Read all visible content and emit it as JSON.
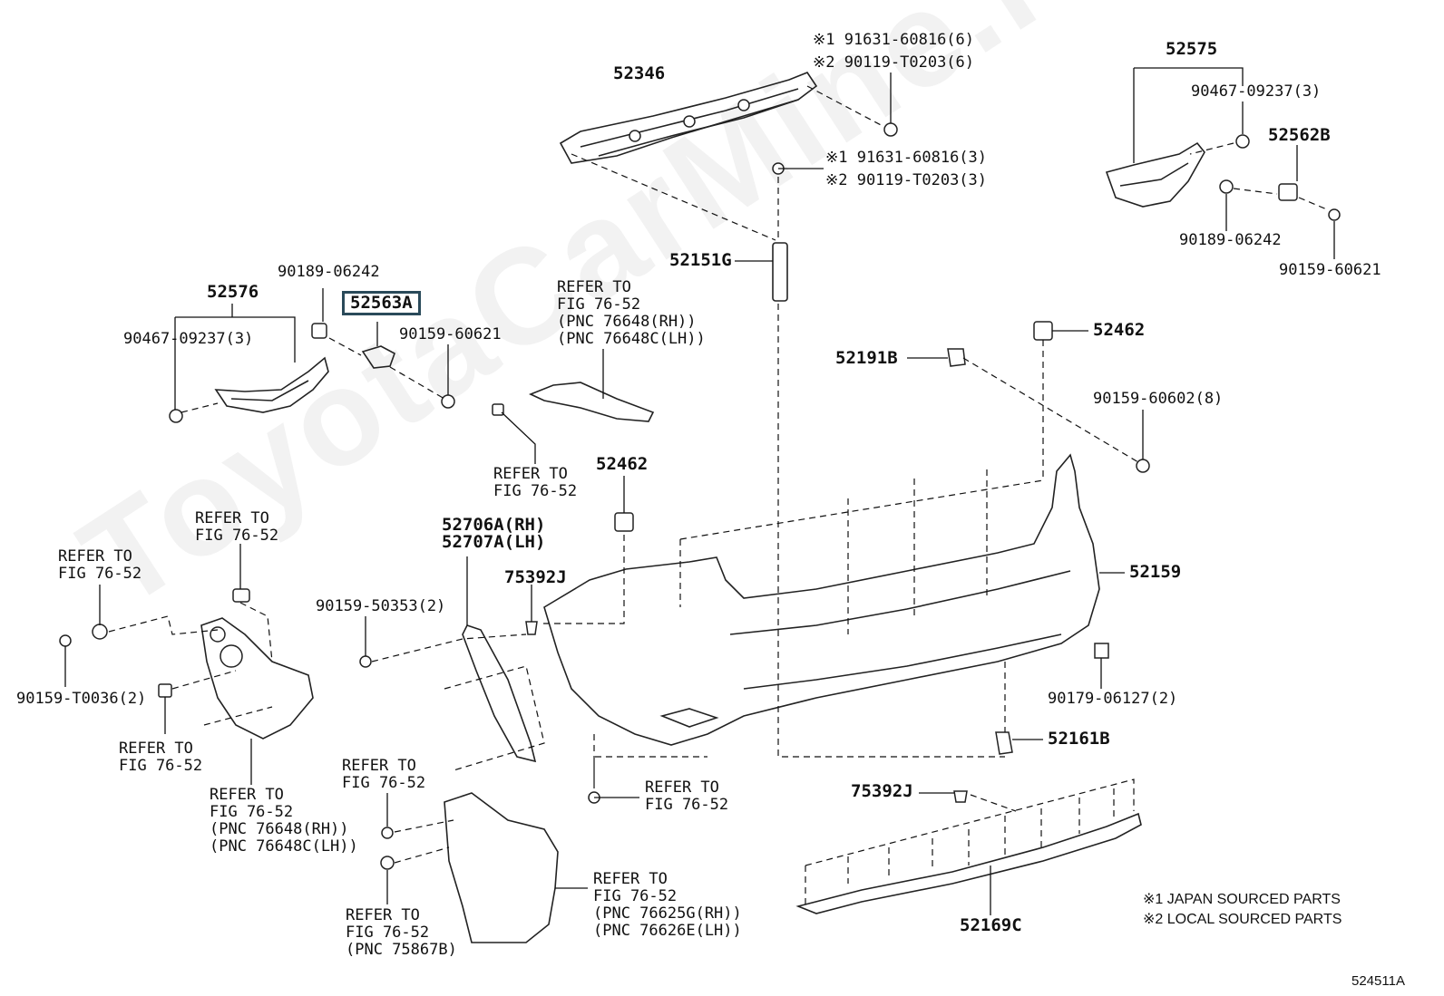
{
  "watermark": "ToyotaCarMine.ru",
  "figure_code": "524511A",
  "legend": [
    "※1 JAPAN SOURCED PARTS",
    "※2 LOCAL SOURCED PARTS"
  ],
  "highlighted_part": "52563A",
  "labels": {
    "p52346": "52346",
    "p52575": "52575",
    "bolt_top_1": "※1 91631-60816(6)",
    "bolt_top_2": "※2 90119-T0203(6)",
    "bolt_mid_1": "※1 91631-60816(3)",
    "bolt_mid_2": "※2 90119-T0203(3)",
    "r_90467": "90467-09237(3)",
    "p52562B": "52562B",
    "r_90189": "90189-06242",
    "r_90159": "90159-60621",
    "p52151G": "52151G",
    "l_90189": "90189-06242",
    "p52576": "52576",
    "p52563A": "52563A",
    "l_90467": "90467-09237(3)",
    "l_90159": "90159-60621",
    "refer_top": "REFER TO\nFIG 76-52\n(PNC 76648(RH))\n(PNC 76648C(LH))",
    "p52462_r": "52462",
    "p52191B": "52191B",
    "r_90159_8": "90159-60602(8)",
    "refer_mid": "REFER TO\nFIG 76-52",
    "p52462_m": "52462",
    "refer_left_top": "REFER TO\nFIG 76-52",
    "refer_left": "REFER TO\nFIG 76-52",
    "p52706A": "52706A(RH)\n52707A(LH)",
    "p75392J": "75392J",
    "p52159": "52159",
    "l_90159_50353": "90159-50353(2)",
    "l_90159_T0036": "90159-T0036(2)",
    "refer_left_bot": "REFER TO\nFIG 76-52",
    "refer_pnc_left": "REFER TO\nFIG 76-52\n(PNC 76648(RH))\n(PNC 76648C(LH))",
    "r_90179": "90179-06127(2)",
    "p52161B": "52161B",
    "refer_bottom_mid": "REFER TO\nFIG 76-52",
    "refer_flap": "REFER TO\nFIG 76-52",
    "p75392J_b": "75392J",
    "refer_flap_bot": "REFER TO\nFIG 76-52\n(PNC 75867B)",
    "refer_flap_r": "REFER TO\nFIG 76-52\n(PNC 76625G(RH))\n(PNC 76626E(LH))",
    "p52169C": "52169C"
  }
}
